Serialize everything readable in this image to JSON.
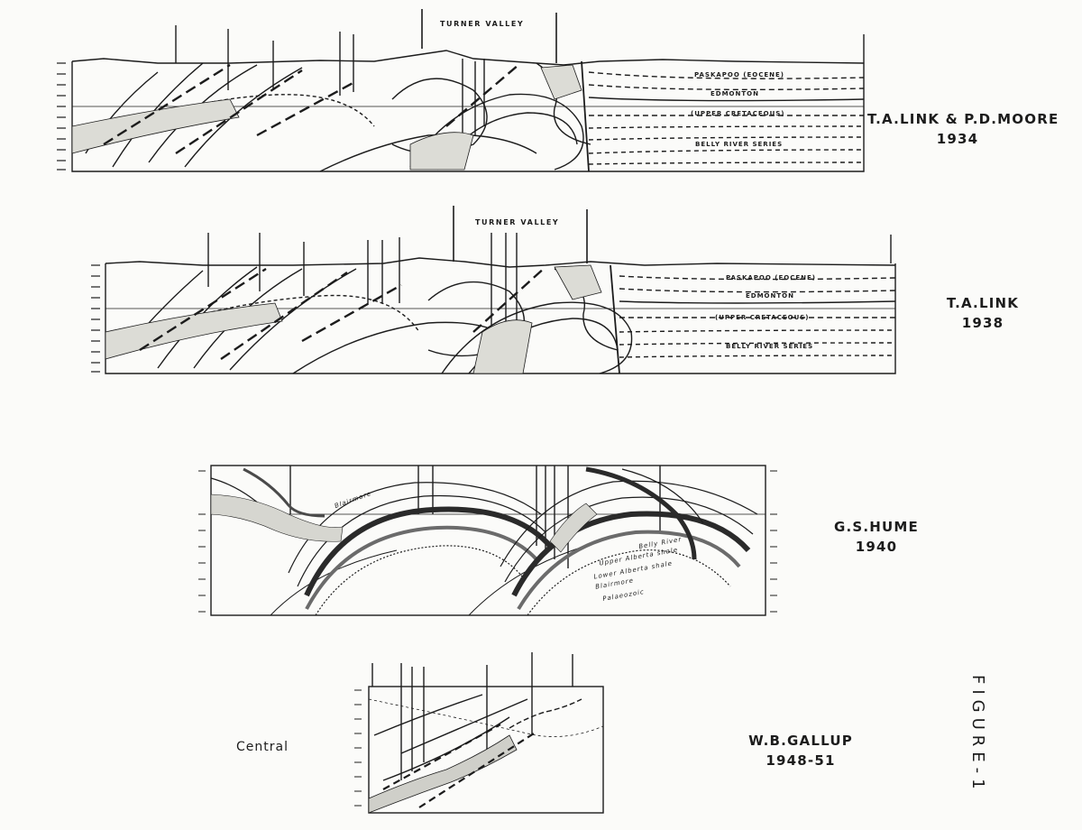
{
  "sections": [
    {
      "author": "T.A.LINK & P.D.MOORE",
      "year": "1934",
      "field_label": "TURNER VALLEY",
      "units": [
        "PASKAPOO (EOCENE)",
        "EDMONTON",
        "(UPPER CRETACEOUS)",
        "BELLY RIVER SERIES"
      ]
    },
    {
      "author": "T.A.LINK",
      "year": "1938",
      "field_label": "TURNER VALLEY",
      "units": [
        "PASKAPOO (EOCENE)",
        "EDMONTON",
        "(UPPER CRETACEOUS)",
        "BELLY RIVER SERIES"
      ]
    },
    {
      "author": "G.S.HUME",
      "year": "1940",
      "annotations": [
        "Blairmore",
        "Belly River",
        "Upper Alberta shale",
        "Lower Alberta shale",
        "Blairmore",
        "Palaeozoic"
      ]
    },
    {
      "author": "W.B.GALLUP",
      "year": "1948-51",
      "side_label": "Central"
    }
  ],
  "figure_label": "FIGURE-1",
  "colors": {
    "ink": "#1c1c1c",
    "paper": "#fbfbf9"
  }
}
